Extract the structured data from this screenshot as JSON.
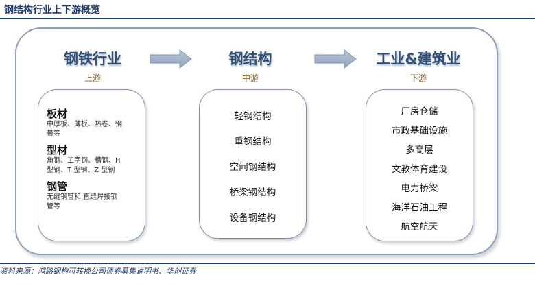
{
  "title": "钢结构行业上下游概览",
  "source": "资料来源：鸿路钢构可转换公司债券募集说明书、华创证券",
  "stages": {
    "upstream": {
      "name": "钢铁行业",
      "label": "上游"
    },
    "midstream": {
      "name": "钢结构",
      "label": "中游"
    },
    "downstream": {
      "name": "工业&建筑业",
      "label": "下游"
    }
  },
  "upstream_items": [
    {
      "title": "板材",
      "desc1": "中厚板、薄板、热卷、钢",
      "desc2": "带等"
    },
    {
      "title": "型材",
      "desc1": "角钢、工字钢、槽钢、H",
      "desc2": "型钢、T 型钢、Z 型钢"
    },
    {
      "title": "钢管",
      "desc1": "无缝钢管和 直缝焊接钢",
      "desc2": "管等"
    }
  ],
  "midstream_items": [
    "轻钢结构",
    "重钢结构",
    "空间钢结构",
    "桥梁钢结构",
    "设备钢结构"
  ],
  "downstream_items": [
    "厂房仓储",
    "市政基础设施",
    "多高层",
    "文教体育建设",
    "电力桥梁",
    "海洋石油工程",
    "航空航天"
  ]
}
